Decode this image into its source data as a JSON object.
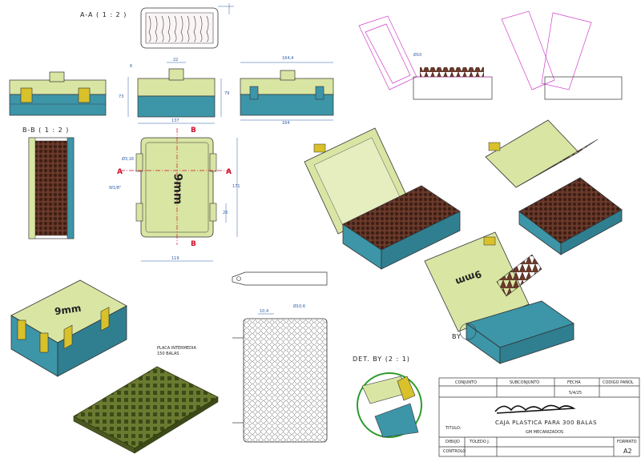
{
  "views": {
    "section_aa": "A-A ( 1 : 2 )",
    "section_bb": "B-B ( 1 : 2 )",
    "detail_by": "DET. BY (2 : 1)",
    "by_marker": "BY",
    "box_label": "9mm",
    "plate_label_line1": "PLACA INTERMEDIA",
    "plate_label_line2": "150 BALAS"
  },
  "dimensions": {
    "d6": "6",
    "d22": "22",
    "d164_4": "164,4",
    "d73": "73",
    "d79": "79",
    "d137": "137",
    "d164": "164",
    "d119": "119",
    "d171": "171",
    "d26": "26",
    "d3_16": "Ø3,16",
    "thread": "W1/8\"",
    "d10": "Ø10",
    "d10_4": "10,4",
    "d10_6": "Ø10,6",
    "sec_a": "A",
    "sec_b": "B"
  },
  "title_block": {
    "h_conjunto": "CONJUNTO",
    "h_subconjunto": "SUBCONJUNTO",
    "h_fecha": "FECHA",
    "h_codigo": "CODIGO PAÑOL",
    "fecha": "5/4/25",
    "titulo_label": "TITULO:",
    "titulo": "CAJA PLASTICA PARA 300 BALAS",
    "subtitulo": "GM MECANIZADOS",
    "dibujo_label": "DIBUJO",
    "dibujo_name": "TOLEDO J.",
    "control_label": "CONTROLO",
    "formato_label": "FORMATO",
    "formato": "A2"
  },
  "colors": {
    "lid": "#d9e5a3",
    "body": "#3d95a8",
    "latch": "#d8c12a",
    "bullets": "#5a2e22",
    "plate": "#5d6b2a",
    "dim_line": "#2a5aa8",
    "section": "#d0102a",
    "hidden": "#d040c8"
  }
}
